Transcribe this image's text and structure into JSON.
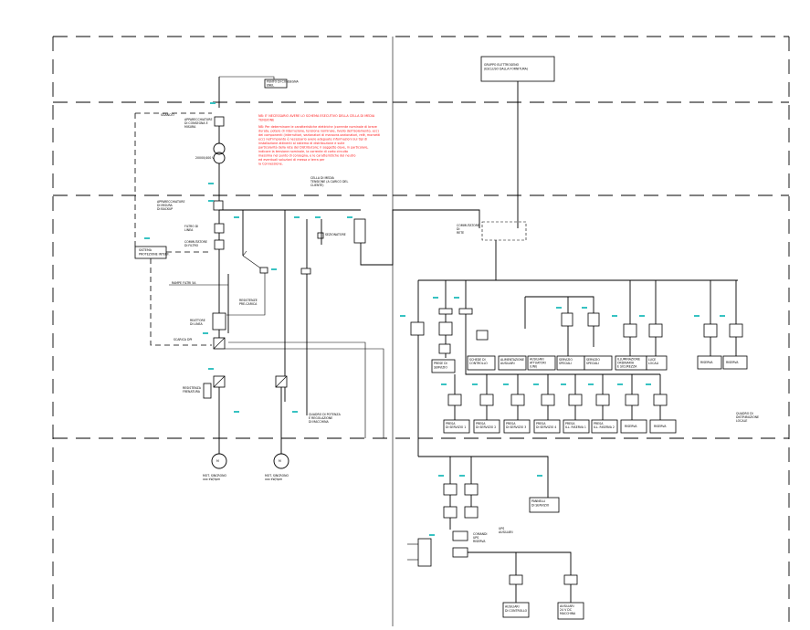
{
  "drawing": {
    "connection_point": [
      "PUNTO DI CONSEGNA",
      "ENEL"
    ],
    "generator": [
      "GRUPPO ELETTROGENO",
      "(ESCLUSO DALLA FORNITURA)"
    ],
    "note_red": [
      "NB: E' NECESSARIO AVERE LO SCHEMA ESECUTIVO DELLA CELLA DI MEDIA",
      "TENSIONE",
      "NB: Per determinare le caratteristiche elettriche (corrente nominale di breve",
      "durata, potere di interruzione, tensione nominale, livello dell'isolamento, ecc)",
      "dei componenti (interruttori, sezionatori di manovra-sezionatori, relè, morsetti",
      "ecc) nell'impianto è necessario avere adeguate informazioni sui tipi di",
      "installazione attinenti al sistema di distribuzione e sulle",
      "particolarità della rete del Distributore; il soggetto deve, in particolare,",
      "indicare la tensione nominale, la corrente di corto circuito",
      "massima nel punto di consegna, e le caratteristiche del neutro",
      "ed eventuali soluzioni di messa a terra per",
      "la Connessione."
    ],
    "cell_note": [
      "CELLA DI MEDIA",
      "TENSIONE (A CARICO DEL",
      "CLIENTE)"
    ],
    "left_labels": {
      "sganc": "SGANCIO",
      "meter": [
        "APPARECCHIATURE",
        "DI CONSEGNA E",
        "MISURA"
      ],
      "transformer": "20000/400 V",
      "backup_meter": [
        "APPARECCHIATURE",
        "DI MISURA",
        "DI BACKUP"
      ],
      "interface": [
        "SISTEMA",
        "PROTEZIONE INTERF."
      ],
      "line_filter": [
        "FILTRO DI",
        "LINEA"
      ],
      "filter_switch": [
        "COMMUTATORE",
        "DI FILTRO"
      ],
      "ramps": "RAMPE FILTRI 5A",
      "stop": [
        "RESISTENZE",
        "PRE-CARICA"
      ],
      "reactor": [
        "REATTORE",
        "DI LINEA"
      ],
      "discharge": "SCARICA DPI",
      "resistor": [
        "RESISTENZA",
        "FRENATURA"
      ],
      "cabinet": [
        "QUADRO DI POTENZA",
        "E REGOLAZIONE",
        "DI MACCHINA"
      ],
      "sel_switch": "SEZIONATORE",
      "motor1": [
        "MOT. SINCRONO",
        "xxx kW/rpm"
      ],
      "motor2": [
        "MOT. SINCRONO",
        "xxx kW/rpm"
      ]
    },
    "right_labels": {
      "changeover": [
        "COMMUTATORE",
        "DI",
        "RETE"
      ],
      "reserve": "RISERVA",
      "local_panel": [
        "QUADRO DI",
        "DISTRIBUZIONE",
        "LOCALE"
      ],
      "panel_a": [
        "PANNELLI",
        "DI SERVIZIO"
      ],
      "board_control": [
        "SCHEDE DI",
        "CONTROLLO"
      ],
      "board_power": [
        "ALIMENTAZIONE",
        "AUSILIARI"
      ],
      "board_act": [
        "AUSILIARI",
        "ATTUATORI",
        "(UNI)"
      ],
      "pressure_a": [
        "SERVIZIO",
        "SPECIALI"
      ],
      "pressure_b": [
        "SERVIZIO",
        "SPECIALI"
      ],
      "lighting": [
        "ILLUMINAZIONE",
        "ORDINARIA",
        "E SICUREZZA"
      ],
      "lights": [
        "LUCE",
        "LOCALI"
      ],
      "outlets": [
        "PRESE DI",
        "SERVIZIO"
      ],
      "feeders": [
        [
          "PRESA",
          "DI SERVIZIO 1"
        ],
        [
          "PRESA",
          "DI SERVIZIO 2"
        ],
        [
          "PRESA",
          "DI SERVIZIO 3"
        ],
        [
          "PRESA",
          "DI SERVIZIO 4"
        ],
        [
          "PRESA",
          "ILL. RISERVA 1"
        ],
        [
          "PRESA",
          "ILL. RISERVA 2"
        ],
        [
          "RISERVA"
        ],
        [
          "RISERVA"
        ]
      ],
      "aux_block": [
        "COMANDI",
        "UPS",
        "RISERVA"
      ],
      "ups": [
        "UPS",
        "AUSILIARI"
      ],
      "aux1": [
        "AUSILIARI",
        "DI CONTROLLO"
      ],
      "aux2": [
        "AUSILIARI",
        "24 V DC",
        "MACCHINA"
      ]
    }
  }
}
